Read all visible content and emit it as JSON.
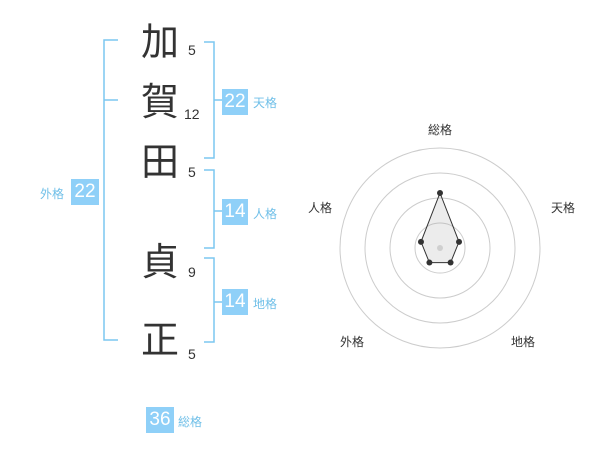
{
  "name": {
    "characters": [
      {
        "char": "加",
        "strokes": "5"
      },
      {
        "char": "賀",
        "strokes": "12"
      },
      {
        "char": "田",
        "strokes": "5"
      },
      {
        "char": "貞",
        "strokes": "9"
      },
      {
        "char": "正",
        "strokes": "5"
      }
    ]
  },
  "fortune": {
    "tenkaku": {
      "value": "22",
      "label": "天格"
    },
    "jinkaku": {
      "value": "14",
      "label": "人格"
    },
    "chikaku": {
      "value": "14",
      "label": "地格"
    },
    "gaikaku": {
      "value": "22",
      "label": "外格"
    },
    "soukaku": {
      "value": "36",
      "label": "総格"
    }
  },
  "colors": {
    "accent": "#8fd0f8",
    "bracket": "#7cc7f0",
    "label": "#6fbfe8",
    "text": "#333333",
    "grid": "#cccccc"
  },
  "chart_data": {
    "type": "radar",
    "axes": [
      "総格",
      "天格",
      "地格",
      "外格",
      "人格"
    ],
    "values": [
      0.55,
      0.2,
      0.18,
      0.18,
      0.2
    ],
    "range": [
      0,
      1
    ],
    "rings": 4
  }
}
